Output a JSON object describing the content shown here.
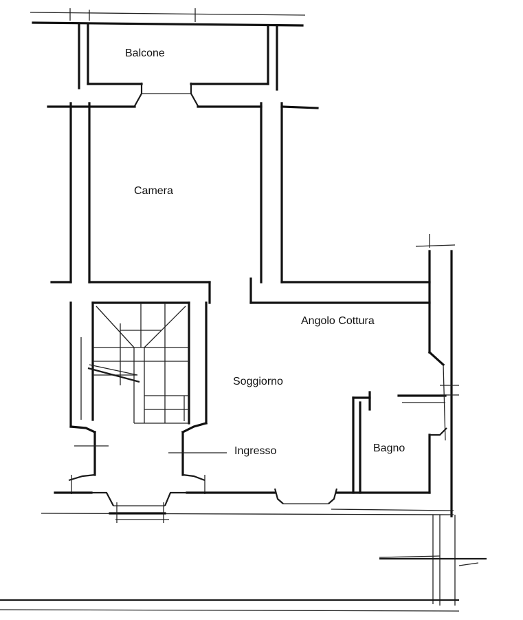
{
  "plan": {
    "rooms": [
      {
        "id": "balcone",
        "label": "Balcone"
      },
      {
        "id": "camera",
        "label": "Camera"
      },
      {
        "id": "angolo-cottura",
        "label": "Angolo Cottura"
      },
      {
        "id": "soggiorno",
        "label": "Soggiorno"
      },
      {
        "id": "ingresso",
        "label": "Ingresso"
      },
      {
        "id": "bagno",
        "label": "Bagno"
      }
    ]
  }
}
